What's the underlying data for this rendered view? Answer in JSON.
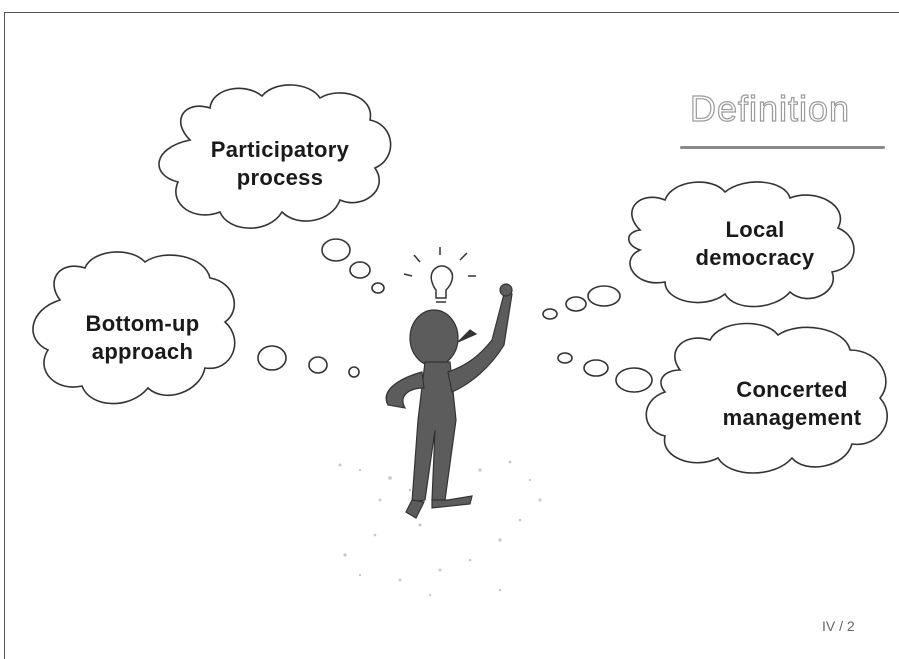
{
  "title": "Definition",
  "clouds": {
    "participatory": {
      "line1": "Participatory",
      "line2": "process"
    },
    "local": {
      "line1": "Local",
      "line2": "democracy"
    },
    "bottom_up": {
      "line1": "Bottom-up",
      "line2": "approach"
    },
    "concerted": {
      "line1": "Concerted",
      "line2": "management"
    }
  },
  "page_number": "IV / 2",
  "figure": {
    "icon": "thinking-person-icon",
    "idea_icon": "light-bulb-icon"
  }
}
